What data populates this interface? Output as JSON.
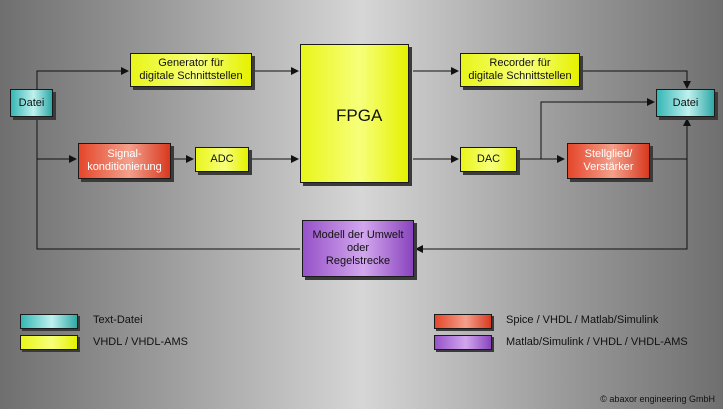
{
  "blocks": {
    "datei_left": "Datei",
    "generator": "Generator für\ndigitale Schnittstellen",
    "signal": "Signal-\nkonditionierung",
    "adc": "ADC",
    "fpga": "FPGA",
    "recorder": "Recorder für\ndigitale Schnittstellen",
    "dac": "DAC",
    "stellglied": "Stellglied/\nVerstärker",
    "datei_right": "Datei",
    "modell": "Modell der Umwelt\noder\nRegelstrecke"
  },
  "legend": {
    "text_datei": "Text-Datei",
    "vhdl": "VHDL / VHDL-AMS",
    "spice": "Spice / VHDL / Matlab/Simulink",
    "matlab": "Matlab/Simulink / VHDL / VHDL-AMS"
  },
  "copyright": "© abaxor engineering GmbH"
}
